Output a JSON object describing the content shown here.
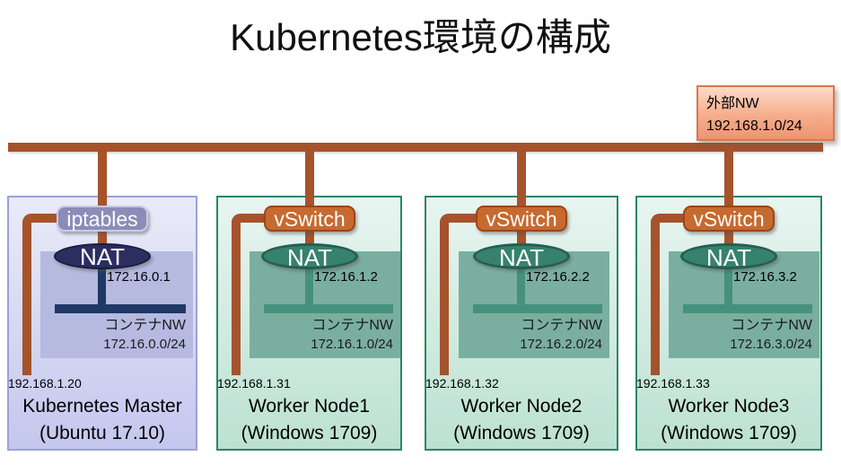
{
  "title": "Kubernetes環境の構成",
  "external_network": {
    "label": "外部NW",
    "cidr": "192.168.1.0/24"
  },
  "nodes": [
    {
      "gateway": "iptables",
      "nat": "NAT",
      "nat_ip": "172.16.0.1",
      "container_nw_label": "コンテナNW",
      "container_nw_cidr": "172.16.0.0/24",
      "host_ip": "192.168.1.20",
      "name": "Kubernetes Master",
      "os": "(Ubuntu 17.10)"
    },
    {
      "gateway": "vSwitch",
      "nat": "NAT",
      "nat_ip": "172.16.1.2",
      "container_nw_label": "コンテナNW",
      "container_nw_cidr": "172.16.1.0/24",
      "host_ip": "192.168.1.31",
      "name": "Worker Node1",
      "os": "(Windows 1709)"
    },
    {
      "gateway": "vSwitch",
      "nat": "NAT",
      "nat_ip": "172.16.2.2",
      "container_nw_label": "コンテナNW",
      "container_nw_cidr": "172.16.2.0/24",
      "host_ip": "192.168.1.32",
      "name": "Worker Node2",
      "os": "(Windows 1709)"
    },
    {
      "gateway": "vSwitch",
      "nat": "NAT",
      "nat_ip": "172.16.3.2",
      "container_nw_label": "コンテナNW",
      "container_nw_cidr": "172.16.3.0/24",
      "host_ip": "192.168.1.33",
      "name": "Worker Node3",
      "os": "(Windows 1709)"
    }
  ],
  "colors": {
    "bus_line": "#A6532C",
    "master_accent": "#1F3864",
    "worker_accent": "#36826D",
    "iptables_fill": "#8A8DB8",
    "vswitch_fill": "#C66A2F",
    "external_nw_fill": "#EF9470"
  }
}
